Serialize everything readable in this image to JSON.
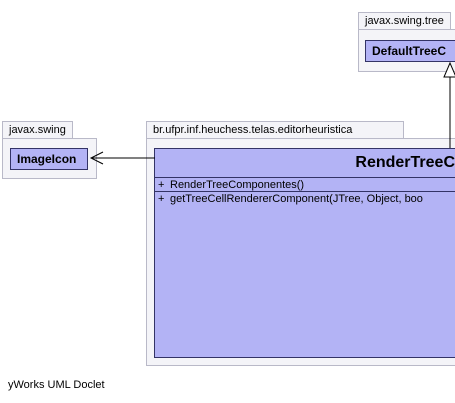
{
  "packages": {
    "swing_tree": {
      "name": "javax.swing.tree",
      "class_name": "DefaultTreeC"
    },
    "swing": {
      "name": "javax.swing",
      "class_name": "ImageIcon"
    },
    "editor": {
      "name": "br.ufpr.inf.heuchess.telas.editorheuristica",
      "class_name": "RenderTreeC",
      "constructors": [
        {
          "visibility": "+",
          "signature": "RenderTreeComponentes()"
        }
      ],
      "methods": [
        {
          "visibility": "+",
          "signature": "getTreeCellRendererComponent(JTree, Object, boo"
        }
      ]
    }
  },
  "footer": "yWorks UML Doclet"
}
